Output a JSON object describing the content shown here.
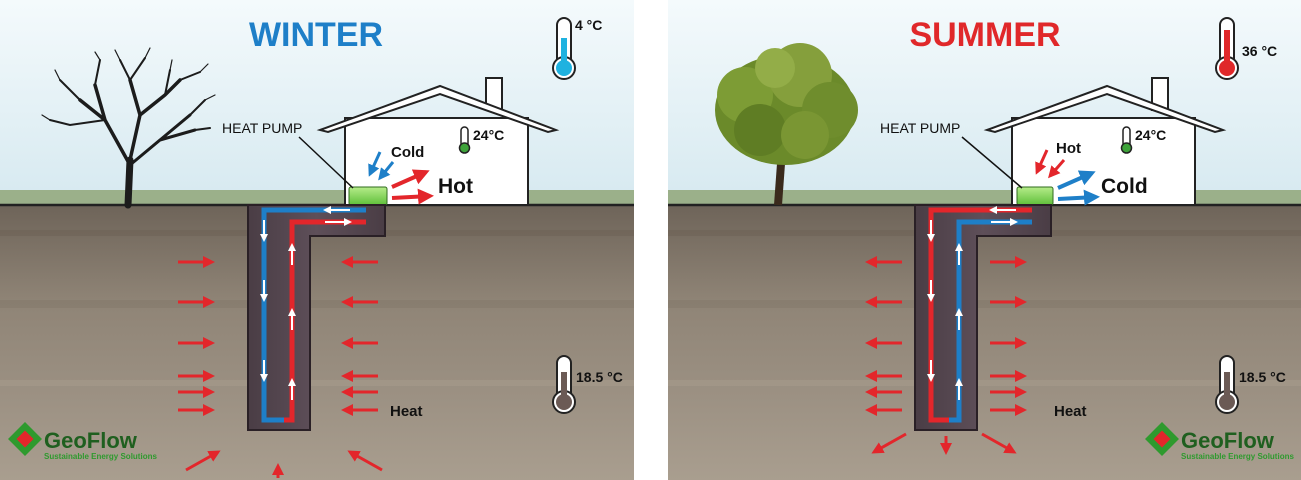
{
  "winter": {
    "title": "WINTER",
    "title_color": "#1e7fc8",
    "outside_temp": "4 °C",
    "indoor_temp": "24°C",
    "ground_temp": "18.5 °C",
    "heat_pump_label": "HEAT PUMP",
    "in_label": "Cold",
    "out_label": "Hot",
    "heat_label": "Heat",
    "tree": "bare-tree",
    "thermometer_fill": "#1fb2e0"
  },
  "summer": {
    "title": "SUMMER",
    "title_color": "#e0282a",
    "outside_temp": "36 °C",
    "indoor_temp": "24°C",
    "ground_temp": "18.5 °C",
    "heat_pump_label": "HEAT PUMP",
    "in_label": "Hot",
    "out_label": "Cold",
    "heat_label": "Heat",
    "tree": "leafy-tree",
    "thermometer_fill": "#e0282a"
  },
  "logo": {
    "name": "GeoFlow",
    "tagline": "Sustainable Energy Solutions"
  },
  "colors": {
    "hot_arrow": "#e3262b",
    "cold_arrow": "#1e7fc8",
    "sky": "#dcecf2",
    "soil": "#8a7f72"
  }
}
